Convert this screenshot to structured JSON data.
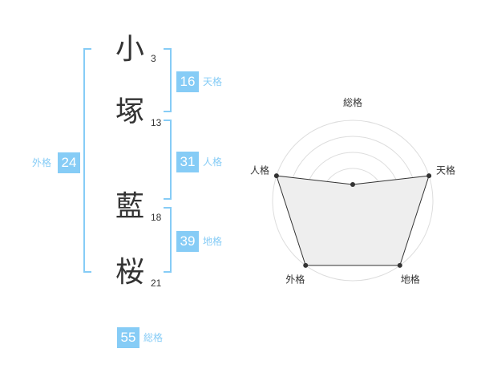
{
  "name_chars": [
    {
      "char": "小",
      "strokes": "3"
    },
    {
      "char": "塚",
      "strokes": "13"
    },
    {
      "char": "藍",
      "strokes": "18"
    },
    {
      "char": "桜",
      "strokes": "21"
    }
  ],
  "kaku": {
    "tenkaku": {
      "value": "16",
      "label": "天格"
    },
    "jinkaku": {
      "value": "31",
      "label": "人格"
    },
    "chikaku": {
      "value": "39",
      "label": "地格"
    },
    "gaikaku": {
      "value": "24",
      "label": "外格"
    },
    "soukaku": {
      "value": "55",
      "label": "総格"
    }
  },
  "colors": {
    "accent": "#86ccf6",
    "text": "#333333",
    "radar_fill": "#eeeeee"
  },
  "chart_data": {
    "type": "radar",
    "axes": [
      "総格",
      "天格",
      "地格",
      "外格",
      "人格"
    ],
    "values": [
      1,
      5,
      5,
      5,
      5
    ],
    "scale_max": 5,
    "grid": true
  }
}
